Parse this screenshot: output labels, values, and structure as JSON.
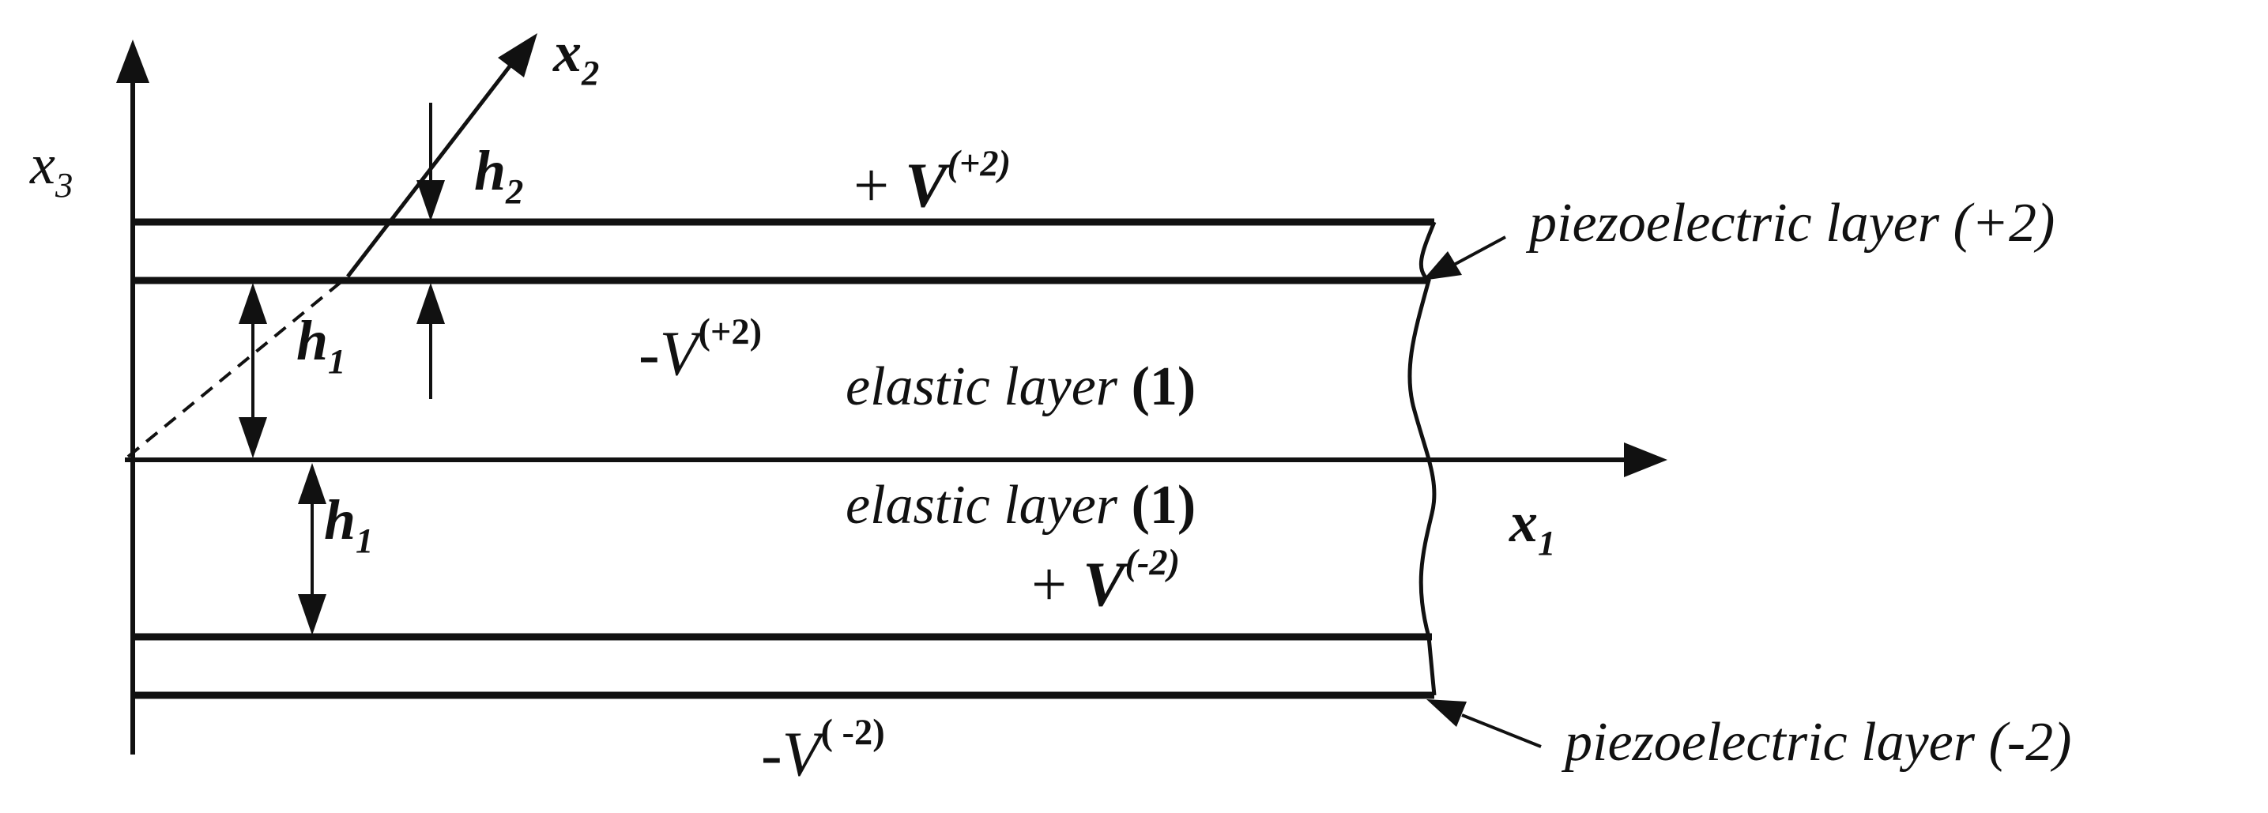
{
  "axes": {
    "x1": {
      "base": "x",
      "sub": "1"
    },
    "x2": {
      "base": "x",
      "sub": "2"
    },
    "x3": {
      "base": "x",
      "sub": "3"
    }
  },
  "thickness": {
    "h2": {
      "base": "h",
      "sub": "2"
    },
    "h1_upper": {
      "base": "h",
      "sub": "1"
    },
    "h1_lower": {
      "base": "h",
      "sub": "1"
    }
  },
  "voltages": {
    "top_outer": {
      "sign": "+",
      "base": "V",
      "sup": "(+2)"
    },
    "top_inner": {
      "sign": "-",
      "base": "V",
      "sup": "(+2)"
    },
    "bottom_inner": {
      "sign": "+",
      "base": "V",
      "sup": "(-2)"
    },
    "bottom_outer": {
      "sign": "-",
      "base": "V",
      "sup": "( -2)"
    }
  },
  "layers": {
    "elastic_upper": {
      "text": "elastic layer ",
      "num": "(1)"
    },
    "elastic_lower": {
      "text": "elastic layer ",
      "num": "(1)"
    },
    "piezo_top": "piezoelectric  layer (+2)",
    "piezo_bottom": "piezoelectric layer (-2)"
  },
  "colors": {
    "ink": "#111111",
    "background": "#ffffff"
  }
}
